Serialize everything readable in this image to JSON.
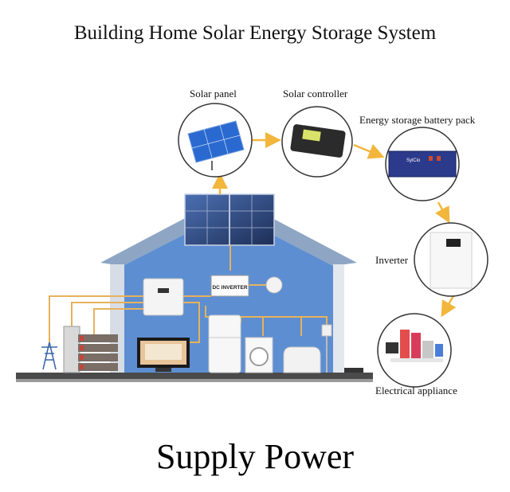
{
  "title": "Building Home Solar Energy Storage System",
  "labels": {
    "solar_panel": "Solar panel",
    "solar_controller": "Solar controller",
    "battery": "Energy storage battery pack",
    "inverter": "Inverter",
    "appliance": "Electrical appliance"
  },
  "device_text": {
    "dc_inverter": "DC INVERTER",
    "battery_brand": "SylCio"
  },
  "footer": "Supply Power",
  "colors": {
    "house_wall": "#5d8ed2",
    "roof": "#8ea6c4",
    "arrow": "#f2b63c",
    "wire": "#e7b25a"
  }
}
